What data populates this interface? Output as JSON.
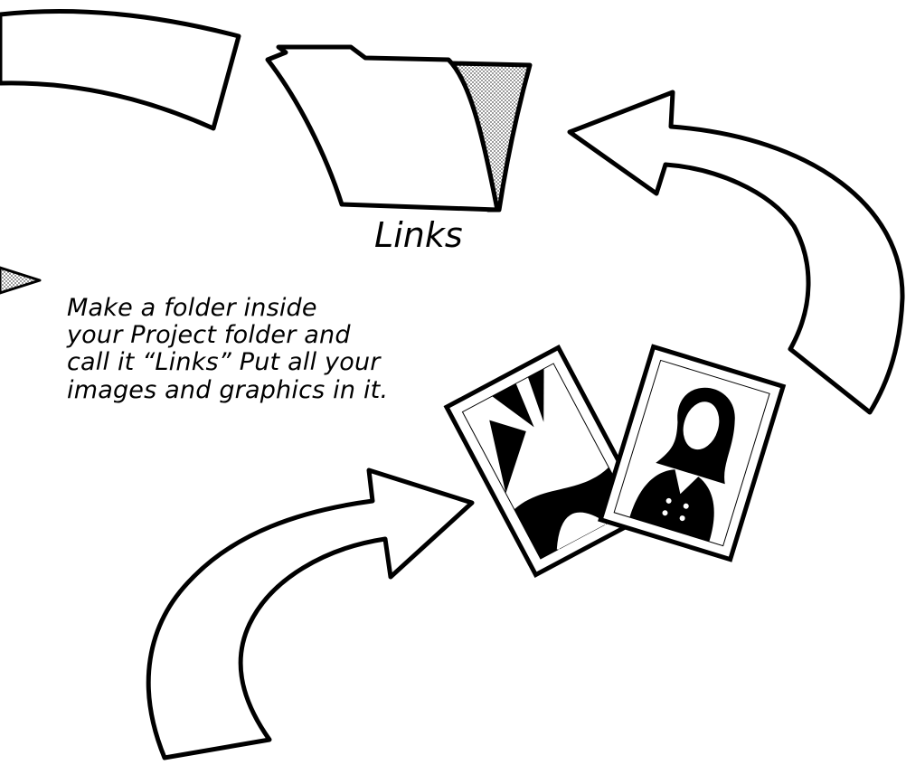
{
  "folder": {
    "label": "Links",
    "icon": "folder-icon"
  },
  "caption": {
    "lines": [
      "Make a folder inside",
      "your Project folder and",
      "call it “Links” Put all your",
      "images and graphics in it."
    ]
  },
  "icons": [
    "arrow-top-left",
    "folder-icon",
    "arrow-right-curved",
    "arrow-left-pointer",
    "photos-icon",
    "arrow-bottom-curved"
  ],
  "colors": {
    "ink": "#000000",
    "paper": "#ffffff",
    "shading": "#bdbdbd"
  }
}
